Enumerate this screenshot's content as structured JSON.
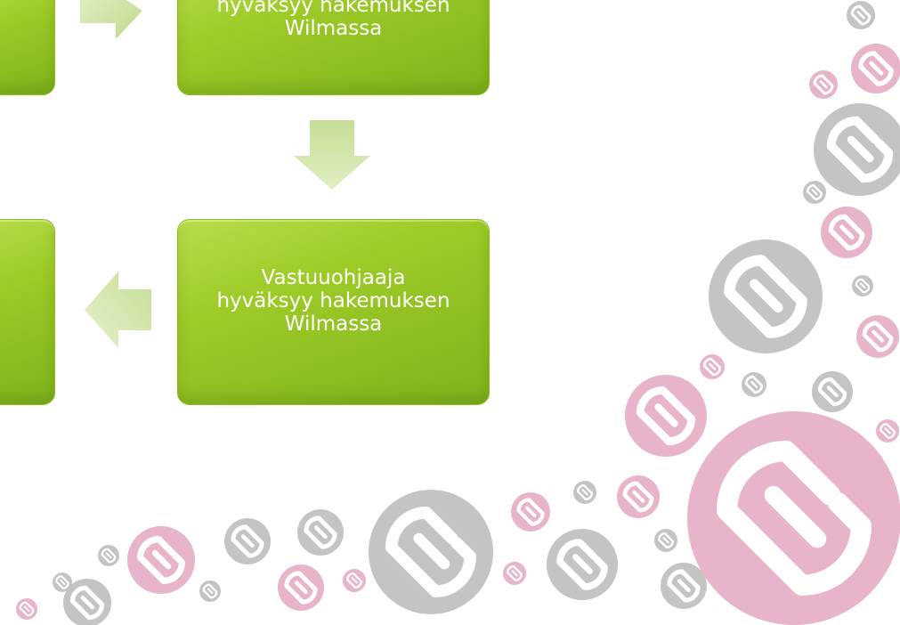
{
  "steps": {
    "top_center": {
      "lines": [
        "hyväksyy hakemuksen",
        "Wilmassa"
      ]
    },
    "middle_center": {
      "lines": [
        "Vastuuohjaaja",
        "hyväksyy hakemuksen",
        "Wilmassa"
      ]
    }
  },
  "colors": {
    "box_green": "#9dcb27",
    "arrow_green": "#cfe3a0",
    "deco_pink": "#e8b4cc",
    "deco_gray": "#c4c4c4"
  },
  "icons": {
    "decoration": "e-logo-bubble-icon"
  }
}
